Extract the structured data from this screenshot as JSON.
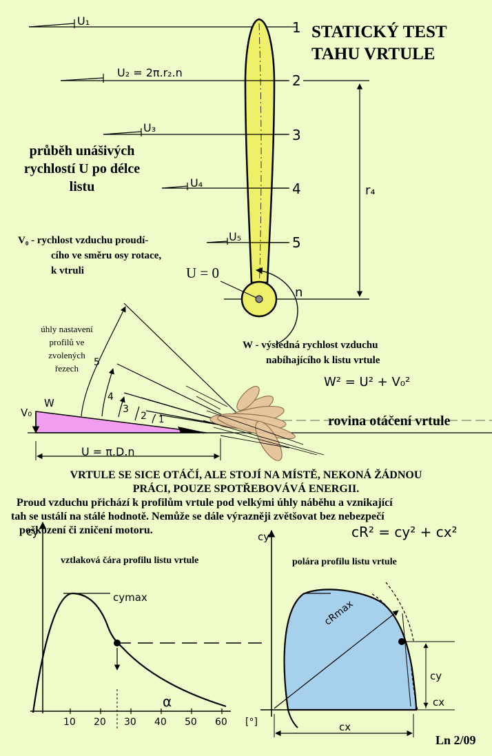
{
  "title": {
    "line1": "STATICKÝ  TEST",
    "line2": "TAHU  VRTULE"
  },
  "section_labels": [
    "1",
    "2",
    "3",
    "4",
    "5"
  ],
  "speed_labels": [
    "U₁",
    "U₂ = 2π.r₂.n",
    "U₃",
    "U₄",
    "U₅"
  ],
  "r4_label": "r₄",
  "n_label": "n",
  "u_zero": "U = 0",
  "speeds_caption": [
    "průběh  unášivých",
    "rychlostí  U po délce",
    "listu"
  ],
  "v0_caption": [
    "V₀  - rychlost vzduchu proudí-",
    "cího ve směru osy rotace,",
    "k vtruli"
  ],
  "angles_caption": [
    "úhly nastavení",
    "profilů ve",
    "zvolených",
    "řezech"
  ],
  "w_caption": [
    "W - výsledná rychlost vzduchu",
    "nabíhajícího k listu vrtule"
  ],
  "w_formula": "W² = U² + V₀²",
  "plane_label": "rovina otáčení vrtule",
  "triangle": {
    "v0": "V₀",
    "w": "W",
    "u_formula": "U = π.D.n",
    "angle_numbers": [
      "5",
      "4",
      "3",
      "2",
      "1"
    ]
  },
  "paragraph_caps": [
    "VRTULE SE SICE OTÁČÍ, ALE STOJÍ NA MÍSTĚ, NEKONÁ ŽÁDNOU",
    "PRÁCI,  POUZE  SPOTŘEBOVÁVÁ ENERGII."
  ],
  "paragraph": [
    "Proud vzduchu přichází k profilům vrtule pod velkými úhly náběhu a vznikající",
    "tah se ustálí na stálé hodnotě. Nemůže se  dále výrazněji zvětšovat bez nebezpečí",
    "poškození či zničení motoru."
  ],
  "lift_chart": {
    "title": "vztlaková čára profilu listu vrtule",
    "ylabel": "cy",
    "peak_label": "cymax",
    "xlabel": "α",
    "ticks": [
      "10",
      "20",
      "30",
      "40",
      "50",
      "60",
      "[°]"
    ]
  },
  "polar_chart": {
    "title": "polára profilu listu vrtule",
    "formula": "cR² = cy² + cx²",
    "ylabel": "cy",
    "crmax_label": "cRmax",
    "cy_label": "cy",
    "cx_label": "cx",
    "cx_dim_label": "cx"
  },
  "footer": "Ln 2/09",
  "colors": {
    "background": "#eefcc9",
    "blade": "#eef06a",
    "triangle": "#f29ef0",
    "polar_fill": "#a7d0ec",
    "profile": "#e6c49a"
  }
}
